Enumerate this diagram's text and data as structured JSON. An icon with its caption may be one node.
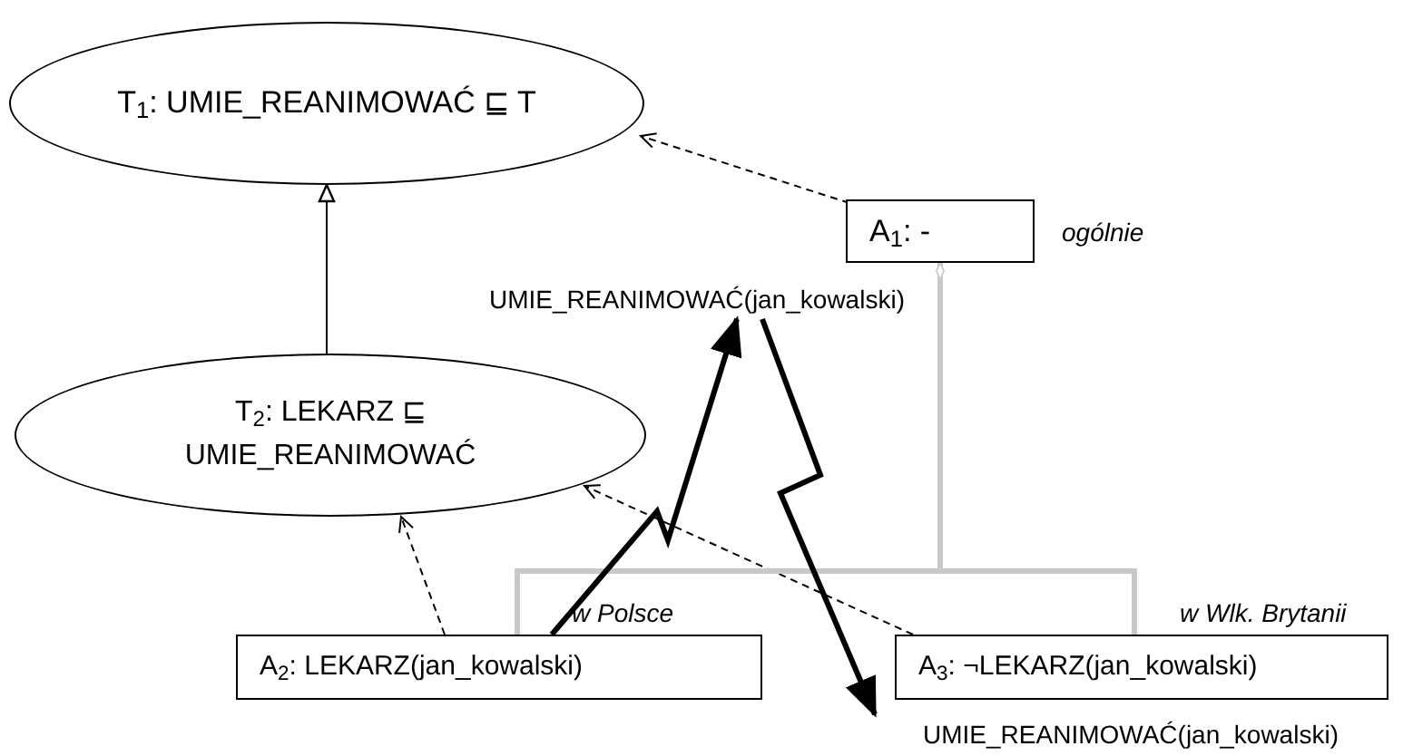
{
  "diagram": {
    "nodes": [
      {
        "text": [
          "T$_{1}$: UMIE_REANIMOWAĆ ⊑ T"
        ]
      },
      {
        "text": [
          "T$_{2}$: LEKARZ ⊑ UMIE_REANIMOWAĆ"
        ]
      },
      {
        "text": [
          "A$_{1}$: -"
        ],
        "beside": [
          "ogólnie"
        ]
      },
      {
        "text": [
          "A$_{2}$: LEKARZ(jan_kowalski)"
        ],
        "beside": [
          "w Polsce"
        ]
      },
      {
        "text": [
          "A$_{3}$: ¬LEKARZ(jan_kowalski)"
        ],
        "beside": [
          "w Wlk. Brytanii"
        ]
      },
      {
        "text": [
          "UMIE_REANIMOWAĆ(jan_kowalski)"
        ]
      },
      {
        "text": [
          "UMIE_REANIMOWAĆ(jan_kowalski)"
        ]
      }
    ],
    "edges": [
      {
        "from": 1,
        "to": 0,
        "arrow": "to"
      },
      {
        "from": 2,
        "to": 0,
        "arrow": "to",
        "style": "dashed"
      },
      {
        "from": 3,
        "to": 1,
        "arrow": "to",
        "style": "dashed"
      },
      {
        "from": 4,
        "to": 1,
        "arrow": "to",
        "style": "dashed"
      },
      {
        "from": 3,
        "to": 2,
        "arrow": "other",
        "style": "thick",
        "color": "#c8c8c8"
      },
      {
        "from": 4,
        "to": 2,
        "arrow": "other",
        "style": "thick",
        "color": "#c8c8c8"
      },
      {
        "from": 3,
        "to": 5,
        "arrow": "to",
        "style": "thick"
      },
      {
        "from": 5,
        "to": 6,
        "arrow": "to",
        "style": "thick"
      }
    ]
  }
}
